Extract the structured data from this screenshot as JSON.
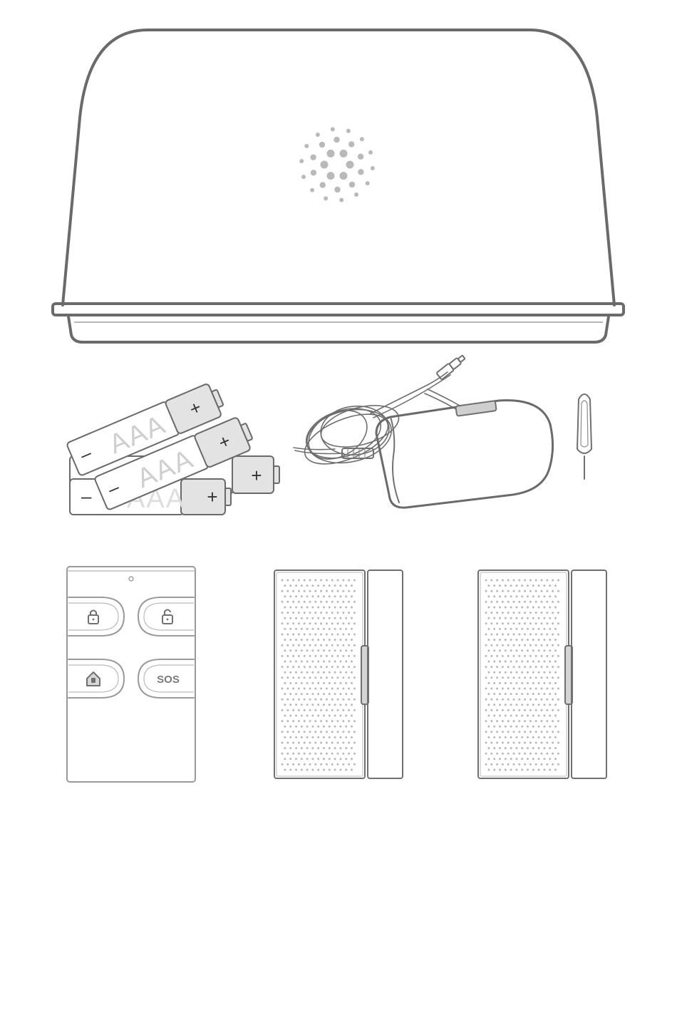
{
  "batteries": {
    "label": "AAA",
    "positive": "+",
    "negative": "–",
    "count": 3
  },
  "remote": {
    "sos_label": "SOS"
  },
  "colors": {
    "line": "#6a6a6a",
    "fill": "#ffffff",
    "shade": "#e3e3e3",
    "dots": "#b9b9b9"
  },
  "icons": {
    "hub": "speaker-dots-icon",
    "lock": "lock-icon",
    "unlock": "unlock-icon",
    "home": "home-arm-icon"
  }
}
